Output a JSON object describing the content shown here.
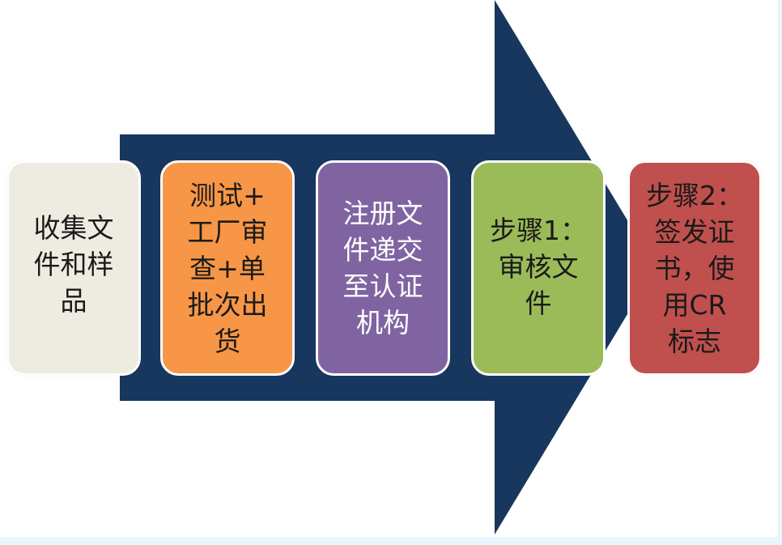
{
  "diagram": {
    "type": "process-arrow",
    "arrow_color": "#17375e",
    "background": "#ffffff",
    "outer_background": "#e8f6fc",
    "steps": [
      {
        "label": "收集文\n件和样\n品",
        "fill": "#eeece1",
        "text_color": "#1a1a1a"
      },
      {
        "label": "测试+\n工厂审\n查+单\n批次出\n货",
        "fill": "#f79646",
        "text_color": "#1a1a1a"
      },
      {
        "label": "注册文\n件递交\n至认证\n机构",
        "fill": "#8064a2",
        "text_color": "#ffffff"
      },
      {
        "label": "步骤1：\n审核文\n件",
        "fill": "#9bbb59",
        "text_color": "#1a1a1a"
      },
      {
        "label": "步骤2：\n签发证\n书，使\n用CR\n标志",
        "fill": "#c0504d",
        "text_color": "#1a1a1a"
      }
    ]
  }
}
